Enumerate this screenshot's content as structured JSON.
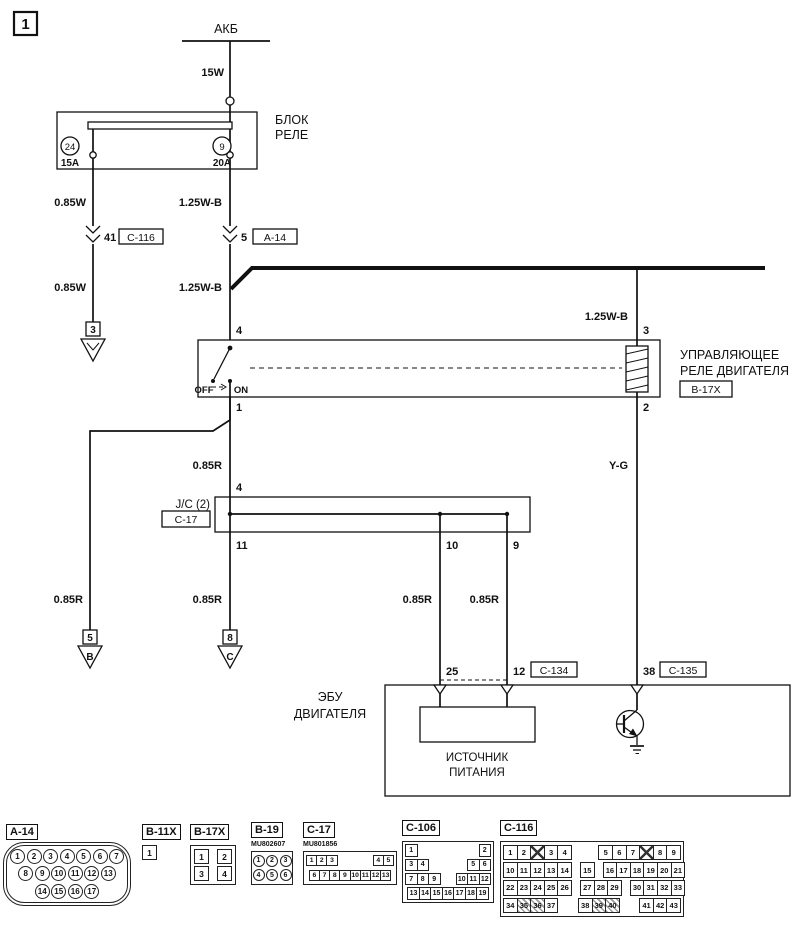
{
  "colors": {
    "ink": "#111111",
    "paper": "#ffffff"
  },
  "page_number": "1",
  "battery": {
    "label": "АКБ",
    "fusible_link": "15W"
  },
  "relay_block": {
    "name_line1": "БЛОК",
    "name_line2": "РЕЛЕ",
    "fuse_left_num": "24",
    "fuse_left_amp": "15A",
    "fuse_right_num": "9",
    "fuse_right_amp": "20A"
  },
  "branch_left": {
    "wire_upper": "0.85W",
    "pin": "41",
    "connector": "C-116",
    "wire_lower": "0.85W",
    "ground_num": "3"
  },
  "branch_mid": {
    "wire_upper": "1.25W-B",
    "pin": "5",
    "connector": "A-14",
    "wire_lower": "1.25W-B",
    "relay_pin": "4"
  },
  "branch_right": {
    "wire": "1.25W-B",
    "relay_pin": "3"
  },
  "relay": {
    "off": "OFF",
    "on": "ON",
    "pin_out_left": "1",
    "pin_out_right": "2",
    "name_line1": "УПРАВЛЯЮЩЕЕ",
    "name_line2": "РЕЛЕ ДВИГАТЕЛЯ",
    "code": "B-17X"
  },
  "junction": {
    "wire_in": "0.85R",
    "pin_in": "4",
    "name": "J/C (2)",
    "code": "C-17",
    "pin_out_left": "11",
    "pin_out_mid": "10",
    "pin_out_right": "9"
  },
  "lower_wires": {
    "far_left": "0.85R",
    "left": "0.85R",
    "mid": "0.85R",
    "right": "0.85R",
    "relay_out": "Y-G"
  },
  "grounds": {
    "left_num": "5",
    "left_letter": "B",
    "mid_num": "8",
    "mid_letter": "C"
  },
  "ecu": {
    "pin_mid": "25",
    "pin_right": "12",
    "connector_right": "C-134",
    "pin_far_right": "38",
    "connector_far_right": "C-135",
    "name_line1": "ЭБУ",
    "name_line2": "ДВИГАТЕЛЯ",
    "block_line1": "ИСТОЧНИК",
    "block_line2": "ПИТАНИЯ"
  },
  "connectors": [
    {
      "label": "A-14",
      "sub": "",
      "rows": [
        [
          [
            "1",
            "2",
            "3",
            "4",
            "5",
            "6",
            "7"
          ]
        ],
        [
          [
            "8",
            "9",
            "10",
            "11",
            "12",
            "13"
          ]
        ],
        [
          [
            "14",
            "15",
            "16",
            "17"
          ]
        ]
      ]
    },
    {
      "label": "B-11X",
      "sub": "",
      "rows": [
        [
          [
            "1"
          ]
        ]
      ]
    },
    {
      "label": "B-17X",
      "sub": "",
      "rows": [
        [
          [
            "1"
          ],
          [
            "2"
          ]
        ],
        [
          [
            "3"
          ],
          [
            "4"
          ]
        ]
      ]
    },
    {
      "label": "B-19",
      "sub": "MU802607",
      "rows": [
        [
          [
            "1",
            "2",
            "3"
          ]
        ],
        [
          [
            "4",
            "5",
            "6"
          ]
        ]
      ]
    },
    {
      "label": "C-17",
      "sub": "MU801856",
      "rows": [
        [
          [
            "1",
            "2",
            "3"
          ],
          [
            "4",
            "5"
          ]
        ],
        [
          [
            "6",
            "7",
            "8",
            "9",
            "10",
            "11",
            "12",
            "13"
          ]
        ]
      ]
    },
    {
      "label": "C-106",
      "sub": "",
      "rows": [
        [
          [
            "1"
          ],
          [
            "2"
          ]
        ],
        [
          [
            "3",
            "4"
          ],
          [
            "5",
            "6"
          ]
        ],
        [
          [
            "7",
            "8",
            "9"
          ],
          [
            "10",
            "11",
            "12"
          ]
        ],
        [
          [
            "13",
            "14",
            "15",
            "16",
            "17",
            "18",
            "19"
          ]
        ]
      ]
    },
    {
      "label": "C-116",
      "sub": "",
      "rows": [
        [
          [
            "1",
            "2",
            "X",
            "3",
            "4"
          ],
          [
            "5",
            "6",
            "7",
            "X",
            "8",
            "9"
          ]
        ],
        [
          [
            "10",
            "11",
            "12",
            "13",
            "14"
          ],
          [
            "15"
          ],
          [
            "16",
            "17",
            "18",
            "19",
            "20",
            "21"
          ]
        ],
        [
          [
            "22",
            "23",
            "24",
            "25",
            "26"
          ],
          [
            "27",
            "28",
            "29"
          ],
          [
            "30",
            "31",
            "32",
            "33"
          ]
        ],
        [
          [
            "34",
            "~35",
            "~36",
            "37"
          ],
          [
            "38",
            "~39",
            "~40"
          ],
          [
            "41",
            "42",
            "43"
          ]
        ]
      ]
    }
  ]
}
